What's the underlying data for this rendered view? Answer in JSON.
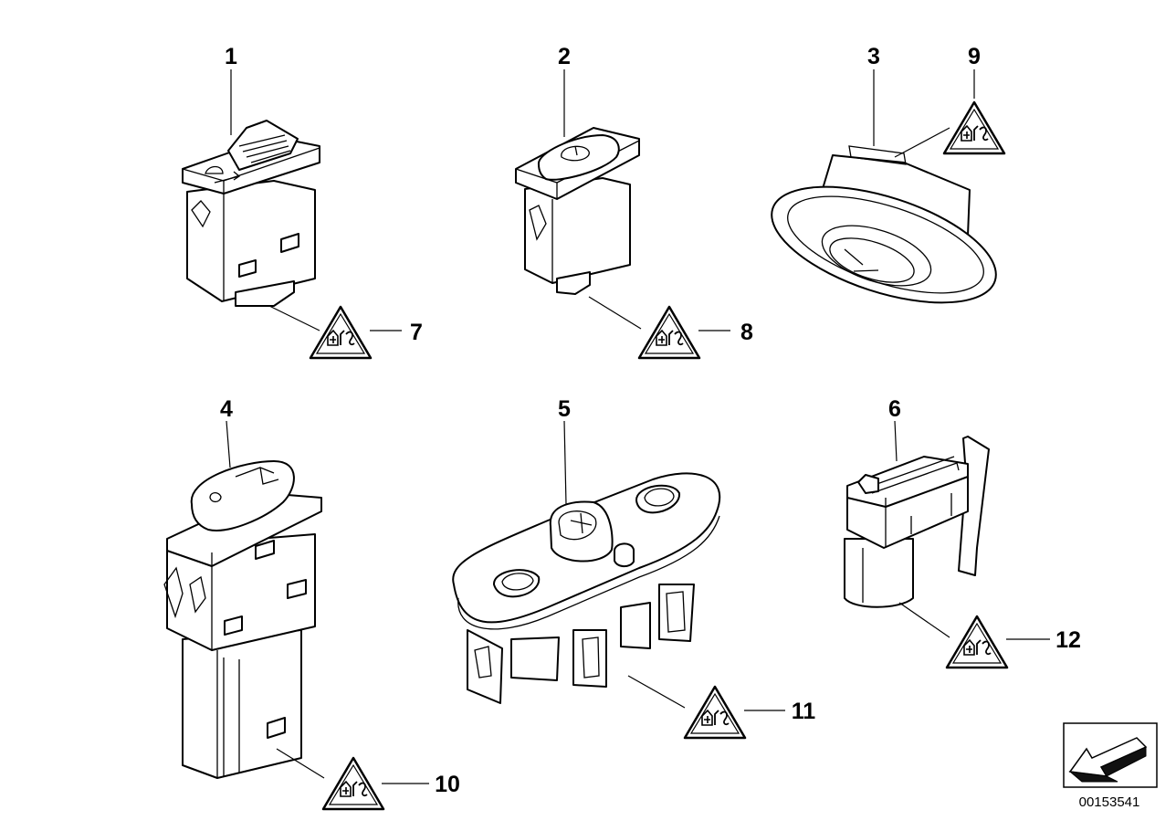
{
  "diagram": {
    "labels": {
      "p1": "1",
      "p2": "2",
      "p3": "3",
      "p4": "4",
      "p5": "5",
      "p6": "6",
      "p7": "7",
      "p8": "8",
      "p9": "9",
      "p10": "10",
      "p11": "11",
      "p12": "12"
    },
    "doc_number": "00153541",
    "icons": {
      "warning_triangle": "warning-triangle-icon",
      "orientation_arrow": "orientation-arrow-icon"
    },
    "colors": {
      "ink": "#000000",
      "background": "#ffffff",
      "arrow_shadow": "#111111"
    }
  }
}
